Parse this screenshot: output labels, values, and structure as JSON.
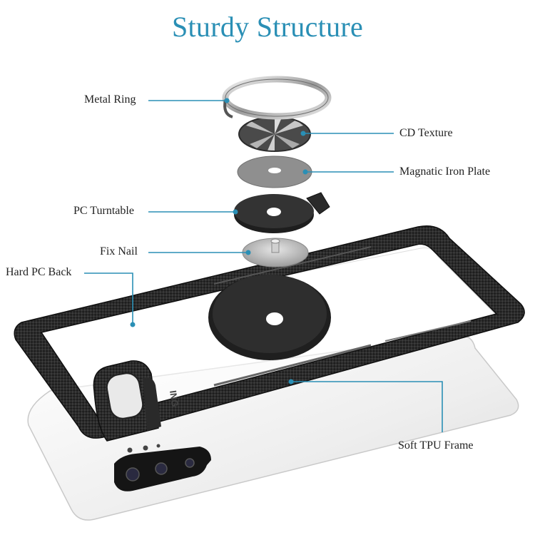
{
  "title": "Sturdy Structure",
  "labels": {
    "metal_ring": "Metal Ring",
    "cd_texture": "CD Texture",
    "iron_plate": "Magnatic Iron Plate",
    "pc_turntable": "PC Turntable",
    "fix_nail": "Fix Nail",
    "hard_pc_back": "Hard PC Back",
    "soft_tpu_frame": "Soft TPU Frame"
  },
  "phone_brand_text": "ING",
  "colors": {
    "title": "#2a8fb5",
    "leader_line": "#2a8fb5",
    "leader_dot": "#2a8fb5",
    "frame": "#1c1c1c",
    "turntable": "#2b2b2b",
    "iron_plate": "#8a8a8a",
    "phone_body": "#f2f2f2"
  }
}
